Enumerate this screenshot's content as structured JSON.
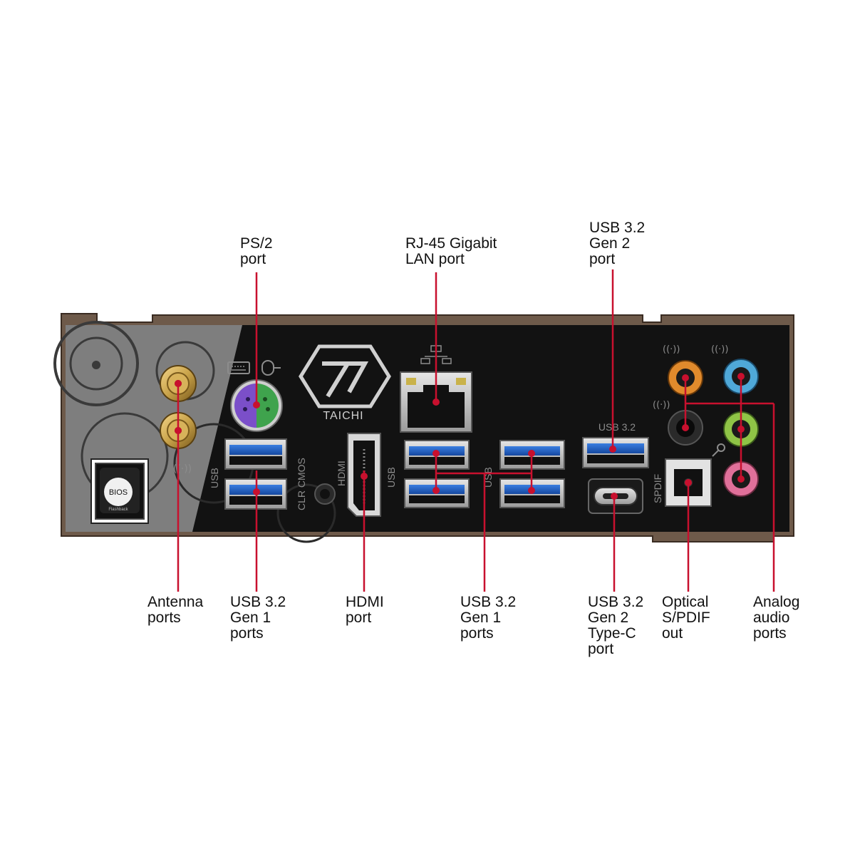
{
  "panel": {
    "brand_logo_text": "TAICHI",
    "bios_button_label": "BIOS",
    "bios_button_sublabel": "Flashback",
    "silkscreen": {
      "usb_left": "USB",
      "clr_cmos": "CLR CMOS",
      "hdmi": "HDMI",
      "usb_middle": "USB",
      "usb_right": "USB",
      "usb_32": "USB 3.2",
      "spdif": "SPDIF"
    }
  },
  "callouts": {
    "ps2": {
      "lines": [
        "PS/2",
        "port"
      ]
    },
    "rj45": {
      "lines": [
        "RJ-45 Gigabit",
        "LAN port"
      ]
    },
    "usb32_gen2": {
      "lines": [
        "USB 3.2",
        "Gen 2",
        "port"
      ]
    },
    "antenna": {
      "lines": [
        "Antenna",
        "ports"
      ]
    },
    "usb32_gen1_left": {
      "lines": [
        "USB 3.2",
        "Gen 1",
        "ports"
      ]
    },
    "hdmi": {
      "lines": [
        "HDMI",
        "port"
      ]
    },
    "usb32_gen1_middle": {
      "lines": [
        "USB 3.2",
        "Gen 1",
        "ports"
      ]
    },
    "usb32_gen2_typec": {
      "lines": [
        "USB 3.2",
        "Gen 2",
        "Type-C",
        "port"
      ]
    },
    "optical_spdif": {
      "lines": [
        "Optical",
        "S/PDIF",
        "out"
      ]
    },
    "analog_audio": {
      "lines": [
        "Analog",
        "audio",
        "ports"
      ]
    }
  },
  "colors": {
    "leader_line": "#c8102e",
    "panel_black": "#121212",
    "usb3_blue": "#1f5fc4",
    "ps2_purple": "#7b4fc9",
    "ps2_green": "#3fa34d",
    "audio_orange": "#e08a2c",
    "audio_blue": "#4fa8d8",
    "audio_lime": "#8fc446",
    "audio_pink": "#e0709a",
    "antenna_gold": "#c9a34a"
  }
}
